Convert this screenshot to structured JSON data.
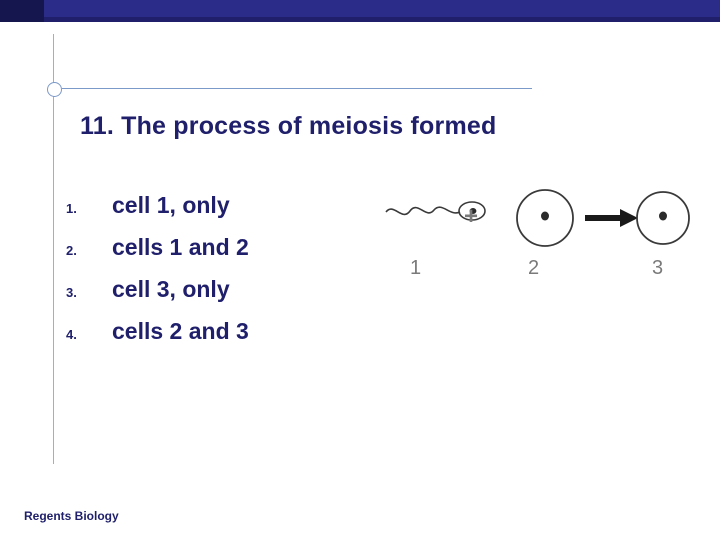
{
  "slide": {
    "title": "11. The process of meiosis formed",
    "footer": "Regents Biology",
    "answers": [
      {
        "number": "1.",
        "text": "cell 1, only"
      },
      {
        "number": "2.",
        "text": "cells 1 and 2"
      },
      {
        "number": "3.",
        "text": "cell 3, only"
      },
      {
        "number": "4.",
        "text": "cells 2 and 3"
      }
    ],
    "diagram": {
      "plus": "+",
      "labels": [
        "1",
        "2",
        "3"
      ]
    },
    "colors": {
      "title_blue": "#1f1f6b",
      "bar_dark": "#1f1f6b",
      "rule_blue": "#7b99c9",
      "diagram_gray": "#7a7a7a"
    }
  }
}
